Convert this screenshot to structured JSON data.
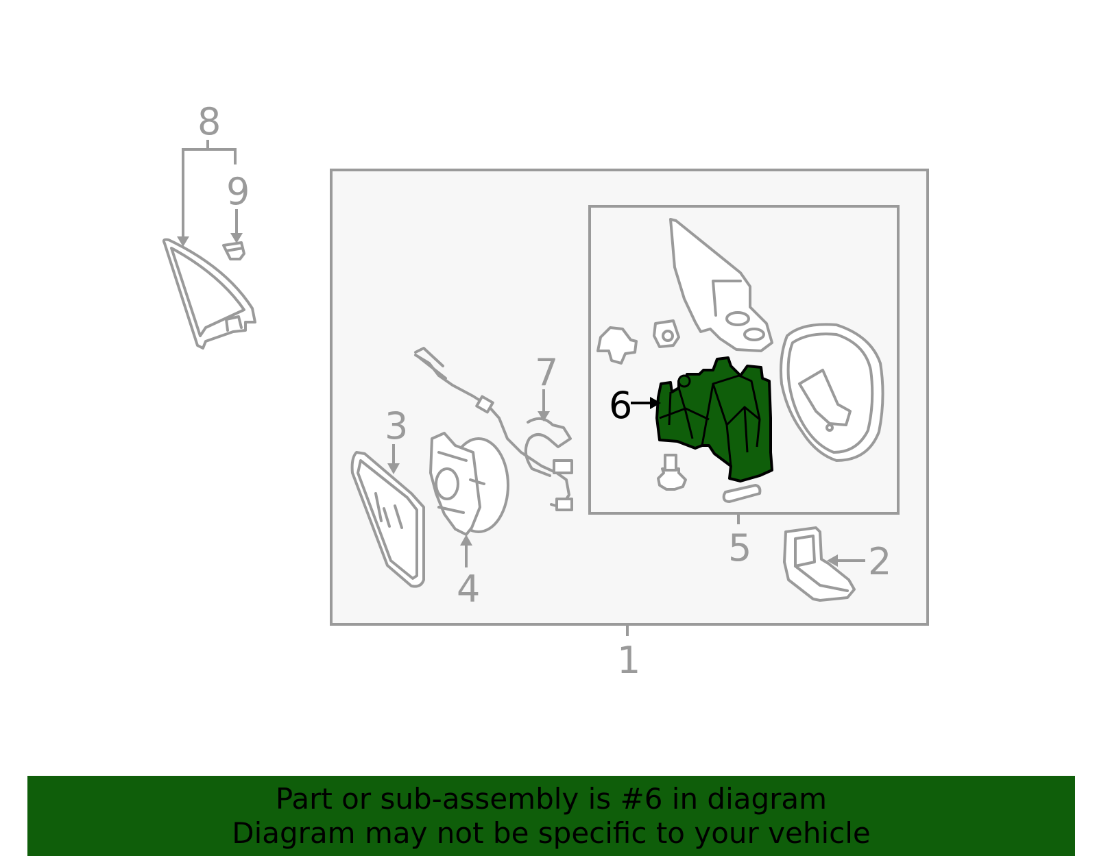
{
  "callouts": {
    "c1": "1",
    "c2": "2",
    "c3": "3",
    "c4": "4",
    "c5": "5",
    "c6": "6",
    "c7": "7",
    "c8": "8",
    "c9": "9"
  },
  "highlight_part": "6",
  "colors": {
    "highlight": "#0f5e0a",
    "line": "#9a9a9a",
    "panel": "#f7f7f7"
  },
  "banner": {
    "line1": "Part or sub-assembly is #6 in diagram",
    "line2": "Diagram may not be specific to your vehicle"
  }
}
